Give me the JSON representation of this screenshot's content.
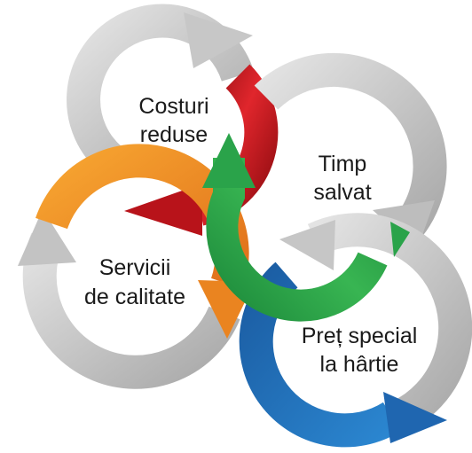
{
  "diagram": {
    "type": "interlocking-cycle-arrows",
    "colors": {
      "grey": "#c4c4c4",
      "red": "#c8161e",
      "orange": "#f08c1e",
      "green": "#2aa34a",
      "blue": "#1f6fb8",
      "text": "#1a1a1a"
    },
    "nodes": [
      {
        "id": "costs",
        "line1": "Costuri",
        "line2": "reduse",
        "accent": "red"
      },
      {
        "id": "time",
        "line1": "Timp",
        "line2": "salvat",
        "accent": "green"
      },
      {
        "id": "services",
        "line1": "Servicii",
        "line2": "de calitate",
        "accent": "orange"
      },
      {
        "id": "price",
        "line1": "Preț special",
        "line2": "la hârtie",
        "accent": "blue"
      }
    ]
  }
}
